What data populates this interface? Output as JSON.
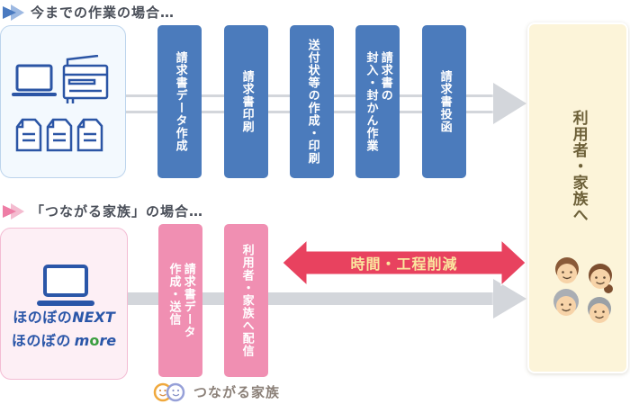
{
  "legacy": {
    "header": "今までの作業の場合…",
    "steps": [
      {
        "lines": [
          "請求書データ作成"
        ]
      },
      {
        "lines": [
          "請求書印刷"
        ]
      },
      {
        "lines": [
          "送付状等の作成・印刷"
        ]
      },
      {
        "lines": [
          "請求書の",
          "封入・封かん作業"
        ]
      },
      {
        "lines": [
          "請求書投函"
        ]
      }
    ]
  },
  "tsunagaru": {
    "header": "「つながる家族」の場合…",
    "logo": {
      "line1_prefix": "ほのぼの",
      "line1_word": "NEXT",
      "line2_prefix": "ほのぼの",
      "line2_m": "m",
      "line2_o": "o",
      "line2_re": "re"
    },
    "steps": [
      {
        "lines": [
          "請求書データ",
          "作成・送信"
        ]
      },
      {
        "lines": [
          "利用者・家族へ配信"
        ]
      }
    ],
    "reduction_label": "時間・工程削減"
  },
  "destination": {
    "label": "利用者・家族へ"
  },
  "footer": {
    "brand": "つながる家族"
  },
  "colors": {
    "step_blue": "#4b7bbc",
    "step_pink": "#f08fb2",
    "reduction_red": "#e8425f",
    "destination_cream": "#fcf4d9",
    "connector_gray": "#d3d6db",
    "icon_blue": "#2b55a5",
    "header_text": "#4a4f59"
  }
}
